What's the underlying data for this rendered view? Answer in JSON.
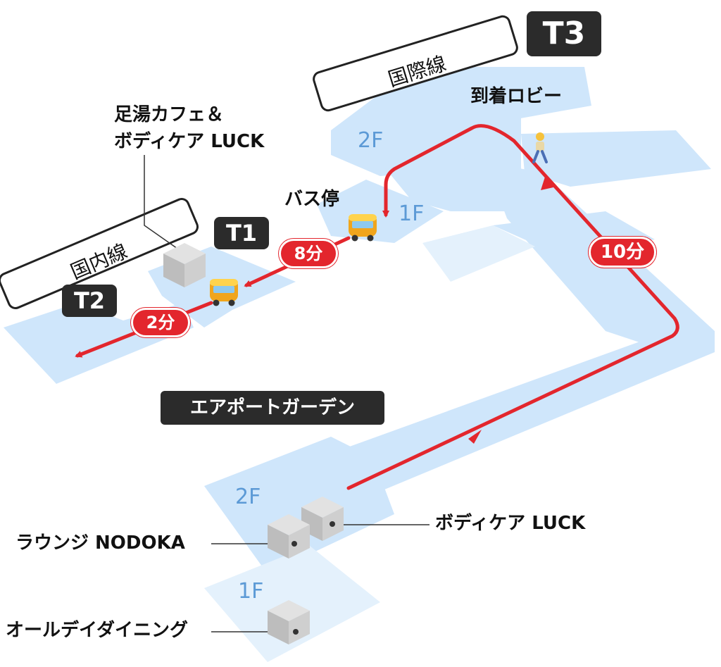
{
  "terminals": {
    "t3": "T3",
    "t1": "T1",
    "t2": "T2"
  },
  "lines": {
    "international": "国際線",
    "domestic": "国内線"
  },
  "areas": {
    "arrival_lobby": "到着ロビー",
    "bus_stop": "バス停",
    "airport_garden": "エアポートガーデン"
  },
  "floors": {
    "t3_2f": "2F",
    "bus_1f": "1F",
    "garden_2f": "2F",
    "garden_1f": "1F"
  },
  "times": {
    "walk_t3": "10分",
    "bus_to_t1": "8分",
    "bus_to_t2": "2分"
  },
  "facilities": {
    "footbath_line1": "足湯カフェ＆",
    "footbath_line2": "ボディケア LUCK",
    "bodycare": "ボディケア LUCK",
    "lounge": "ラウンジ NODOKA",
    "dining": "オールデイダイニング"
  },
  "icons": {
    "bus": "bus-icon",
    "walker": "pedestrian-icon",
    "shop": "shop-box-icon"
  },
  "colors": {
    "floor_fill": "#cfe6fb",
    "floor_fill_light": "#e4f1fc",
    "route": "#e3262d",
    "label_bg": "#2b2b2b",
    "floor_text": "#5c9ad6"
  }
}
